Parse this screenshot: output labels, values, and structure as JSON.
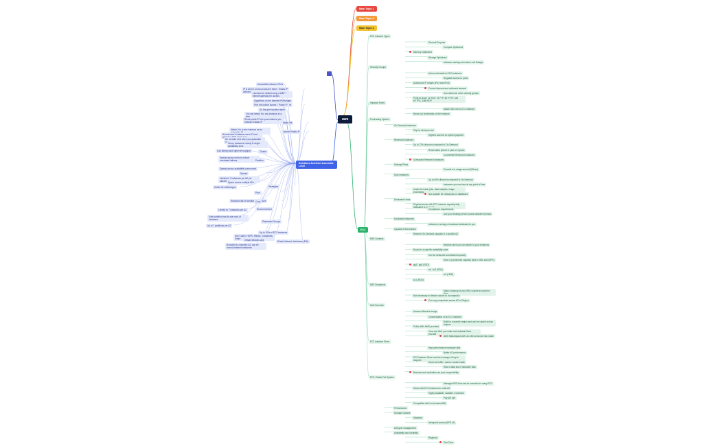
{
  "central": {
    "label": "aws"
  },
  "float_topics": [
    {
      "label": "Main Topic 1",
      "color": "#e8453c"
    },
    {
      "label": "Main Topic 2",
      "color": "#f39a3c"
    },
    {
      "label": "Main Topic 3",
      "color": "#f4c430"
    }
  ],
  "left_main": {
    "label": "Solutions Architect Associate Level",
    "color": "#3f62e6"
  },
  "right_main": {
    "label": "EC2",
    "color": "#29b36a"
  },
  "left_nodes": [
    "Accessible between VPCs",
    "IP is set for a host across the internet network",
    "Licenses for default using a WBT + internet gateway for access",
    "Elastic IP",
    "Algorithms on the Internet IPs/Ranges",
    "Find the subnet across the private one",
    "Public IP",
    "Do the give location alarm",
    "You can attach it to any instance at a time",
    "Route public IP into your instance you instance Elastic IP",
    "Static IPs",
    "Attach it to a new instance as an automatic IP",
    "Normal user's instance can's IP and maybe in EBS name to it",
    "Do not take new when you associate not previously used a new IP",
    "Launch Elastic IP",
    "Group Instances closely in single availability zone",
    "Low latency and higher throughput",
    "Cluster",
    "Spread across racks to reduce correlated failures",
    "Partition",
    "Strategies",
    "Spread across availability zones each",
    "Spread",
    "Limited to 7 instances per AZ per placement group",
    "Spans across multiple AZs",
    "Useful for critical apps",
    "Pros",
    "Reduced risk of simultaneous failure",
    "Cons",
    "Limited to 7 instances per AZ",
    "Recommended",
    "Each partition has its own rack of hardware",
    "Placement Groups",
    "Up to 7 partitions per AZ",
    "Up to 100s of EC2 instances",
    "Use Cases: HDFS, HBase, Cassandra, Kafka",
    "Elastic Network Interfaces (ENI)",
    "Virtual network card",
    "Bounded to a specific AZ; can be moved between instances"
  ],
  "right_nodes": [
    "EC2 Instance Types",
    "General Purpose",
    "Compute Optimized",
    "Memory Optimized",
    "Storage Optimized",
    "Instance naming convention: m5.2xlarge",
    "Security Groups",
    "Act as a firewall on EC2 instances",
    "Regulate access to ports",
    "Authorized IP ranges (IPv4 and IPv6)",
    "Control inbound and outbound network",
    "Can reference other security groups",
    "Ports to know: 22 SSH, 21 FTP, 80 HTTP, 443 HTTPS, 3389 RDP",
    "Instance Roles",
    "Attach IAM role to EC2 instance",
    "Never put credentials on the instance",
    "Purchasing Options",
    "On-Demand Instances",
    "Pay for what you use",
    "Highest cost but no upfront payment",
    "Reserved Instances",
    "Up to 72% discount compared to On-Demand",
    "Reservation period: 1 year or 3 years",
    "Convertible Reserved Instances",
    "Scheduled Reserved Instances",
    "Savings Plans",
    "Commit to a usage amount ($/hour)",
    "Spot Instances",
    "Up to 90% discount compared to On-Demand",
    "Instances you can lose at any point of time",
    "Useful for batch jobs, data analysis, image processing",
    "Not suitable for critical jobs or databases",
    "Dedicated Hosts",
    "Physical server with EC2 instance capacity fully dedicated to your use",
    "Compliance requirements",
    "Use your existing server-bound software licenses",
    "Dedicated Instances",
    "Instances running on hardware dedicated to you",
    "Capacity Reservations",
    "Reserve On-Demand capacity in a specific AZ",
    "EBS Volumes",
    "Network drive you can attach to your instances",
    "Bound to a specific availability zone",
    "Can be detached and attached quickly",
    "Have a provisioned capacity (size in GBs and IOPS)",
    "gp2 / gp3 (SSD)",
    "io1 / io2 (SSD)",
    "st1 (HDD)",
    "sc1 (HDD)",
    "EBS Snapshots",
    "Make a backup of your EBS volume at a point in time",
    "Not necessary to detach volume to do snapshot",
    "Can copy snapshots across AZ or Region",
    "AMI Overview",
    "Amazon Machine Image",
    "Customization of an EC2 instance",
    "Built for a specific region and can be copied across regions",
    "Public AMI: AWS provided",
    "Your own AMI: you make and maintain them yourself",
    "AWS Marketplace AMI: an AMI someone else made",
    "EC2 Instance Store",
    "High-performance hardware disk",
    "Better I/O performance",
    "EC2 Instance Store lose their storage if they're stopped",
    "Good for buffer / cache / scratch data",
    "Risk of data loss if hardware fails",
    "Backups and replication are your responsibility",
    "EFS: Elastic File System",
    "Managed NFS that can be mounted on many EC2",
    "Works with EC2 instances in multi-AZ",
    "Highly available, scalable, expensive",
    "Pay per use",
    "Compatible with Linux based AMI",
    "Performance",
    "Storage Classes",
    "Standard",
    "Infrequent access (EFS-IA)",
    "Lifecycle management",
    "Availability and durability",
    "Regional",
    "One Zone"
  ]
}
